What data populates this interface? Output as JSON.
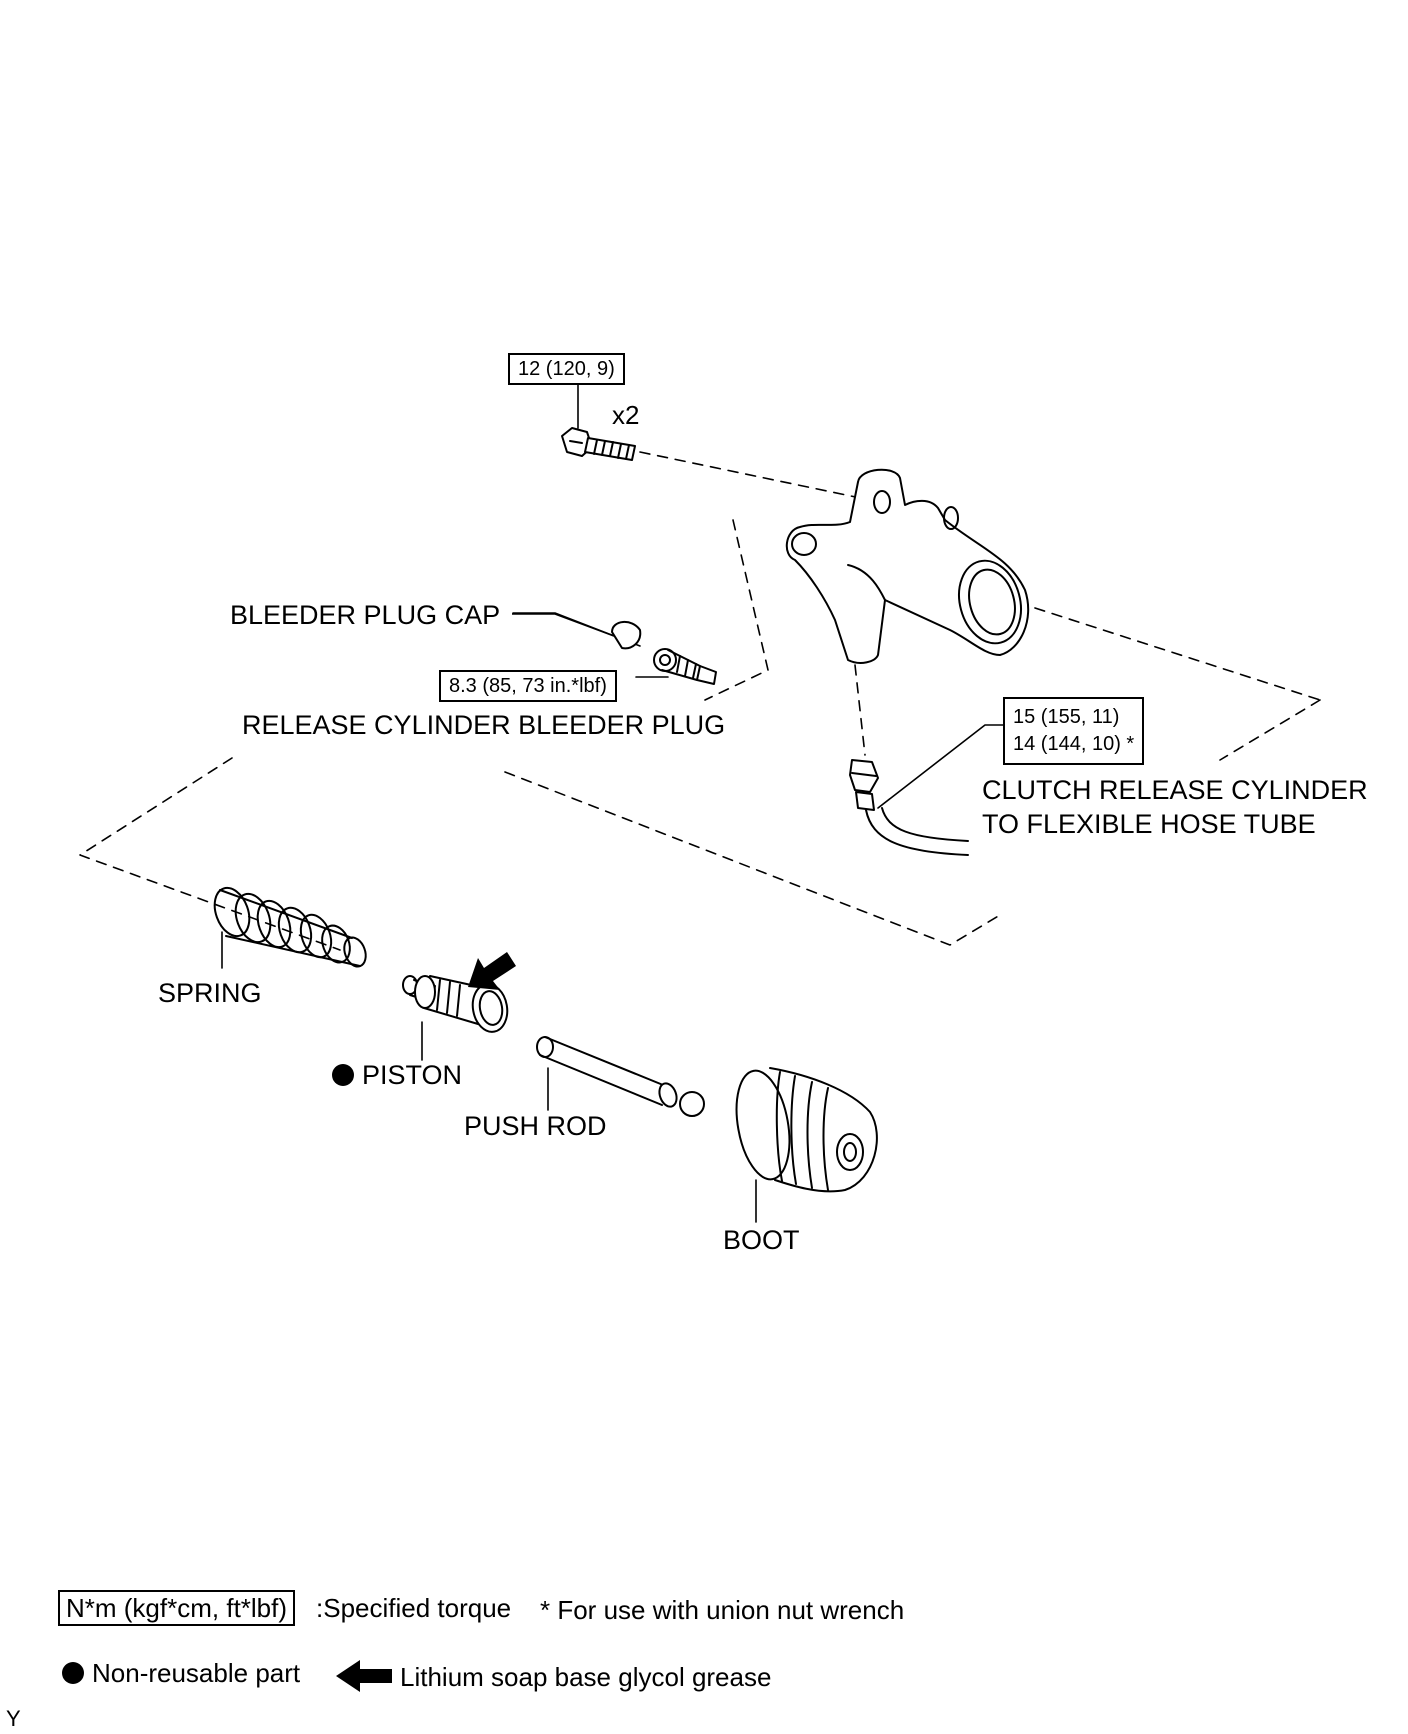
{
  "torques": {
    "bolt": "12 (120, 9)",
    "bleeder_plug": "8.3 (85, 73 in.*lbf)",
    "union_nut_1": "15 (155, 11)",
    "union_nut_2": "14 (144, 10) *"
  },
  "bolt_qty": "x2",
  "labels": {
    "bleeder_cap": "BLEEDER PLUG CAP",
    "bleeder_plug": "RELEASE CYLINDER BLEEDER PLUG",
    "hose_tube_1": "CLUTCH RELEASE CYLINDER",
    "hose_tube_2": "TO FLEXIBLE HOSE TUBE",
    "spring": "SPRING",
    "piston": "PISTON",
    "push_rod": "PUSH ROD",
    "boot": "BOOT"
  },
  "legend": {
    "torque_unit": "N*m (kgf*cm, ft*lbf)",
    "torque_desc": ":Specified torque",
    "union_note": "* For use with union nut wrench",
    "non_reusable": "Non-reusable part",
    "grease": "Lithium soap base glycol grease"
  },
  "corner_code": "Y"
}
